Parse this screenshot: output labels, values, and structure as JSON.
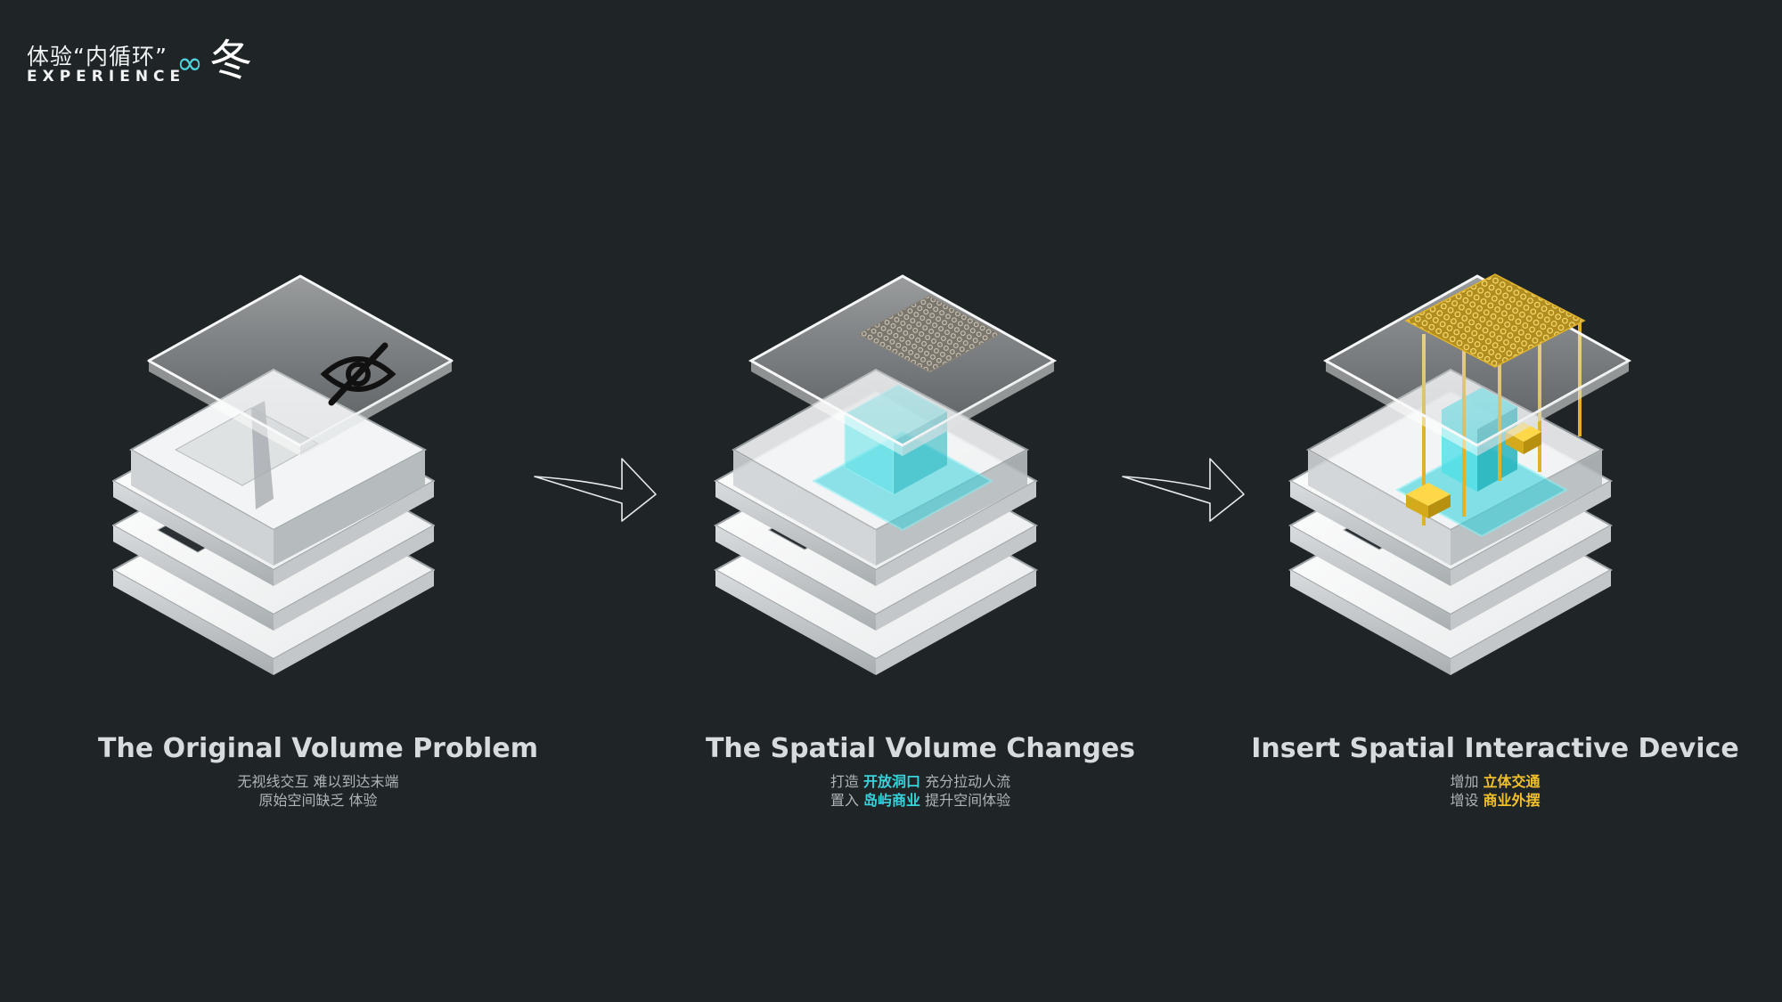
{
  "brand": {
    "title_cn": "体验“内循环”",
    "title_en": "EXPERIENCE",
    "infinity_symbol": "∞",
    "season_char": "冬",
    "accent_color": "#4fd4dc"
  },
  "panels": [
    {
      "title": "The Original Volume Problem",
      "lines": [
        {
          "pre": "无视线交互 难以到达末端",
          "hl": "",
          "post": ""
        },
        {
          "pre": "原始空间缺乏 体验",
          "hl": "",
          "post": ""
        }
      ],
      "icon": "eye-slash-icon"
    },
    {
      "title": "The Spatial Volume Changes",
      "lines": [
        {
          "pre": "打造 ",
          "hl": "开放洞口",
          "post": " 充分拉动人流"
        },
        {
          "pre": "置入 ",
          "hl": "岛屿商业",
          "post": " 提升空间体验"
        }
      ],
      "highlight_color": "#37d3dc"
    },
    {
      "title": "Insert Spatial Interactive Device",
      "lines": [
        {
          "pre": "增加 ",
          "hl": "立体交通",
          "post": ""
        },
        {
          "pre": "增设 ",
          "hl": "商业外摆",
          "post": ""
        }
      ],
      "highlight_color": "#f2c02a"
    }
  ],
  "colors": {
    "background": "#1f2427",
    "slab": "#ffffff",
    "cyan_glass": "#37d3dc",
    "gold": "#e0b22a"
  }
}
